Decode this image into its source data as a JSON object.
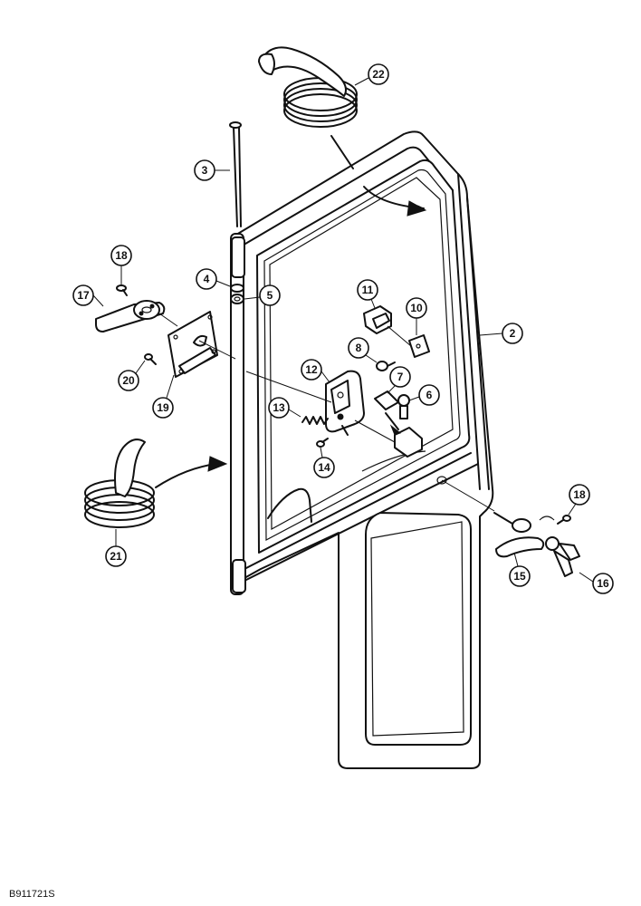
{
  "figure_ref": "B911721S",
  "callouts": {
    "c2": "2",
    "c3": "3",
    "c4": "4",
    "c5": "5",
    "c6": "6",
    "c7": "7",
    "c8": "8",
    "c10": "10",
    "c11": "11",
    "c12": "12",
    "c13": "13",
    "c14": "14",
    "c15": "15",
    "c16": "16",
    "c17": "17",
    "c18a": "18",
    "c18b": "18",
    "c19": "19",
    "c20": "20",
    "c21": "21",
    "c22": "22"
  }
}
